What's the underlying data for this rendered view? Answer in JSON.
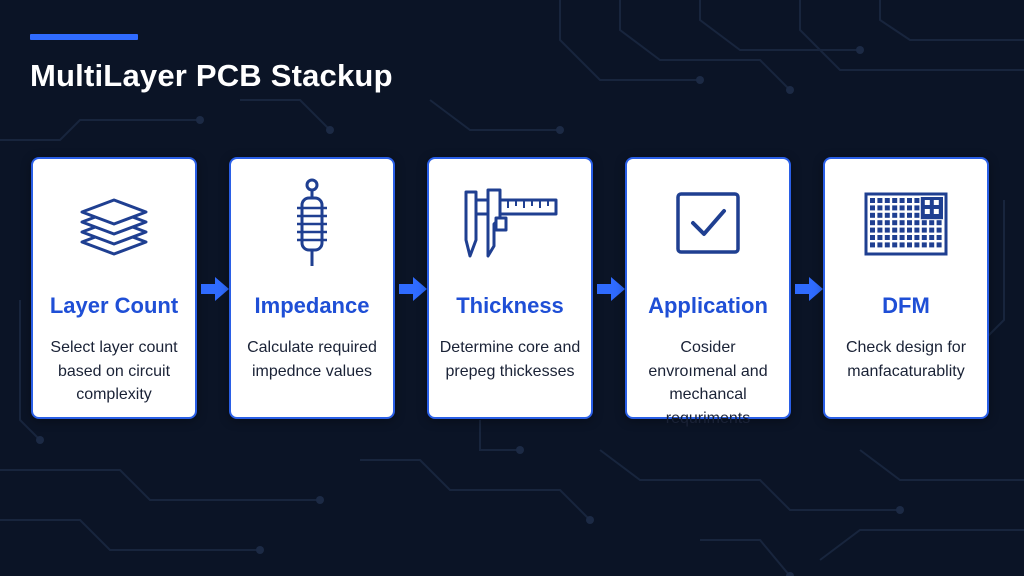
{
  "title": "MultiLayer PCB Stackup",
  "colors": {
    "background": "#0b1426",
    "accent": "#2f6bff",
    "card_border": "#2a5fe6",
    "card_title": "#1f4fd6",
    "icon": "#1f3f91",
    "card_text": "#1a2236"
  },
  "steps": [
    {
      "icon": "layers-icon",
      "title": "Layer Count",
      "desc": "Select layer count based on circuit complexity"
    },
    {
      "icon": "resistor-icon",
      "title": "Impedance",
      "desc": "Calculate required impednce values"
    },
    {
      "icon": "caliper-icon",
      "title": "Thickness",
      "desc": "Determine core and prepeg thickesses"
    },
    {
      "icon": "checkbox-icon",
      "title": "Application",
      "desc": "Cosider envroımenal and mechancal requriments"
    },
    {
      "icon": "chip-grid-icon",
      "title": "DFM",
      "desc": "Check design for manfacaturablity"
    }
  ]
}
